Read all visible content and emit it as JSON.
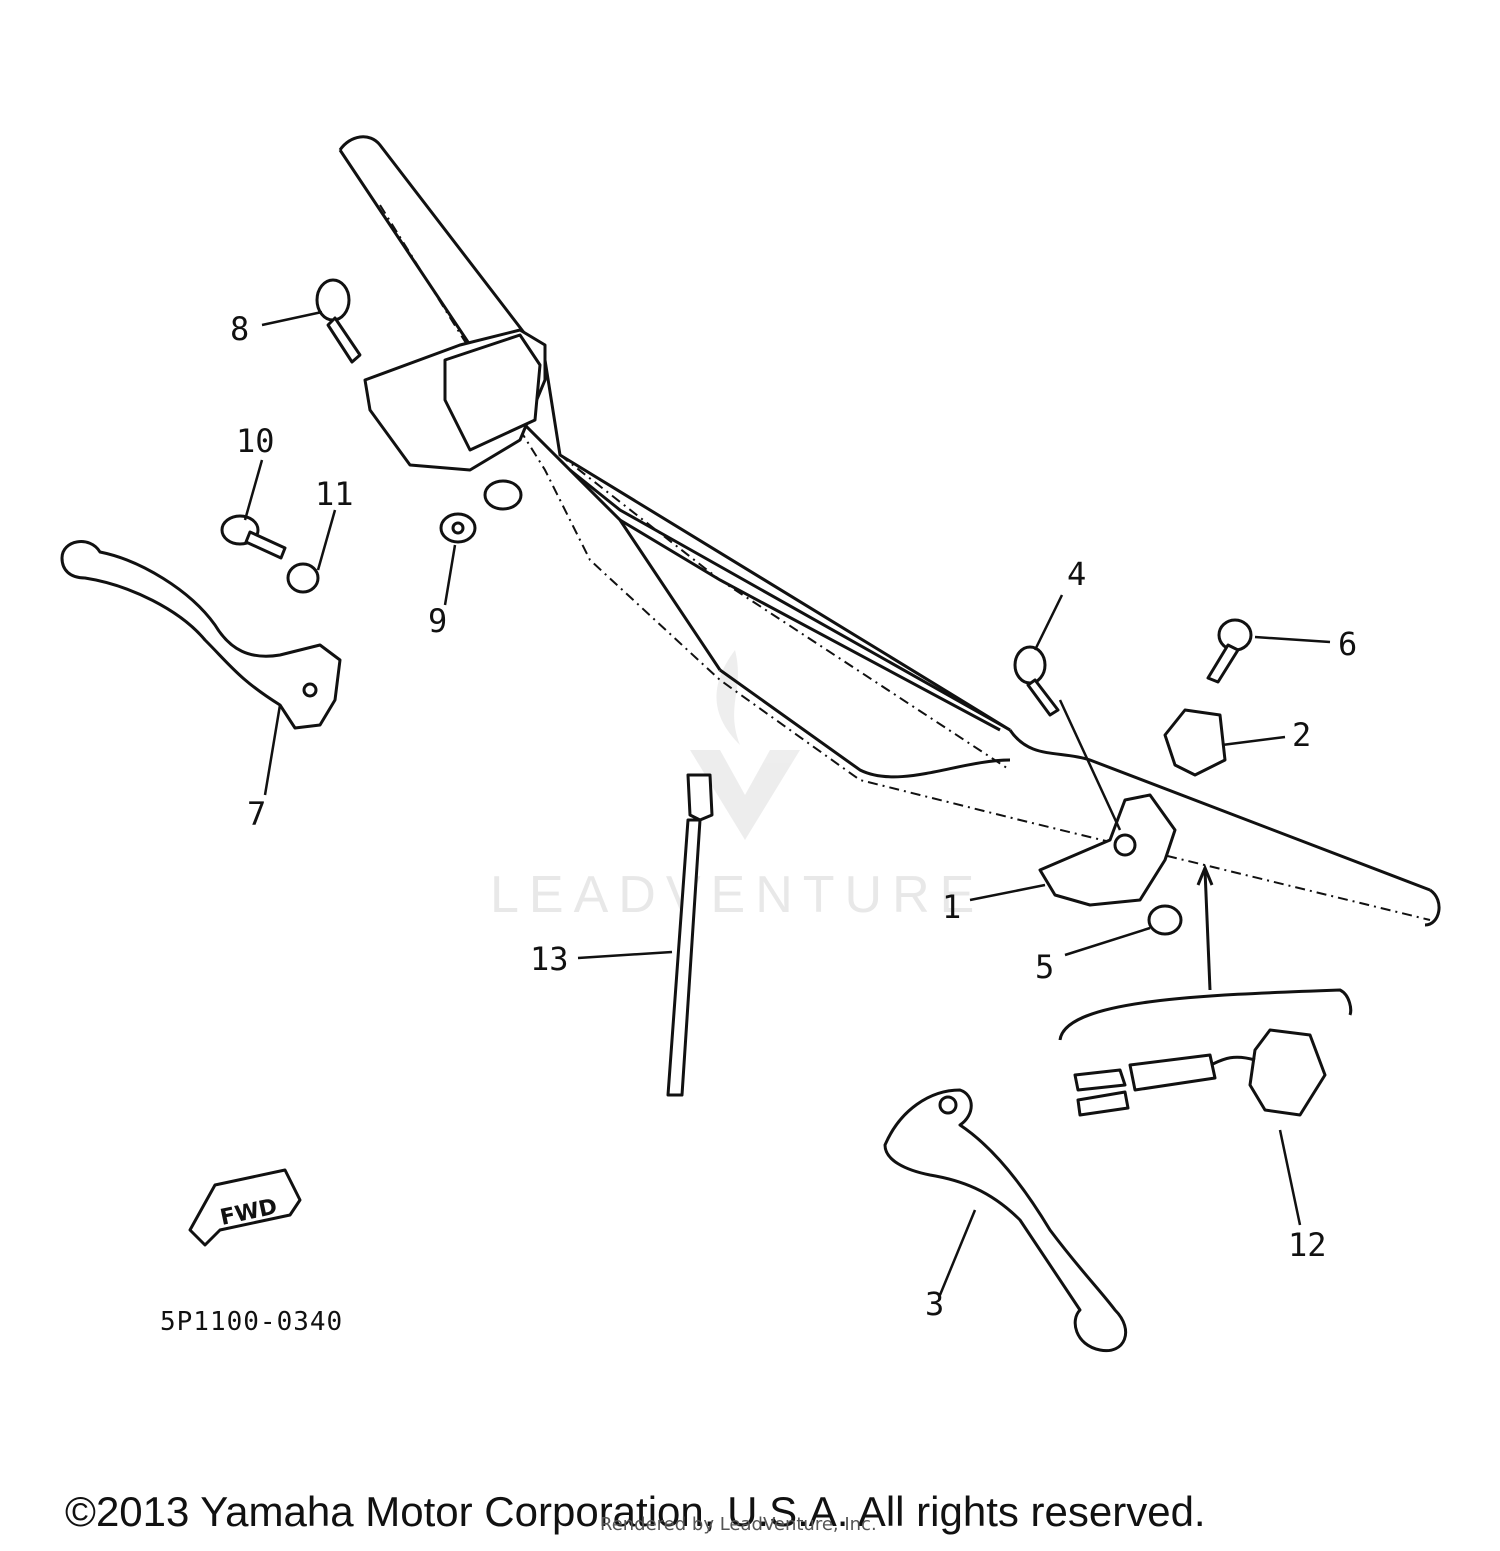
{
  "watermark": {
    "brand_text": "LEADVENTURE"
  },
  "diagram": {
    "code": "5P1100-0340",
    "fwd_label": "FWD",
    "callouts": [
      "1",
      "2",
      "3",
      "4",
      "5",
      "6",
      "7",
      "8",
      "9",
      "10",
      "11",
      "12",
      "13"
    ]
  },
  "footer": {
    "copyright": "©2013 Yamaha Motor Corporation, U.S.A. All rights reserved.",
    "credit": "Rendered by LeadVenture, Inc."
  }
}
